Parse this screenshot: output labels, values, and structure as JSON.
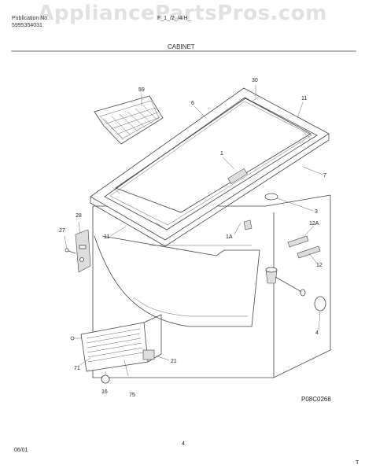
{
  "watermark": "AppliancePartsPros.com",
  "header": {
    "publication_label": "Publication No.",
    "publication_number": "5995354031",
    "model_text": "F_1_/2_/4/H_",
    "section_title": "CABINET"
  },
  "callouts": {
    "c59": "59",
    "c6": "6",
    "c30": "30",
    "c11a": "11",
    "c1": "1",
    "c7": "7",
    "c3": "3",
    "c28": "28",
    "c27": "27",
    "c11b": "11",
    "c1A": "1A",
    "c12A": "12A",
    "c12": "12",
    "c4": "4",
    "c71": "71",
    "c21": "21",
    "c16": "16",
    "c75": "75"
  },
  "diagram_code": "P08C0268",
  "footer": {
    "date": "06/01",
    "page": "4",
    "corner": "T"
  }
}
